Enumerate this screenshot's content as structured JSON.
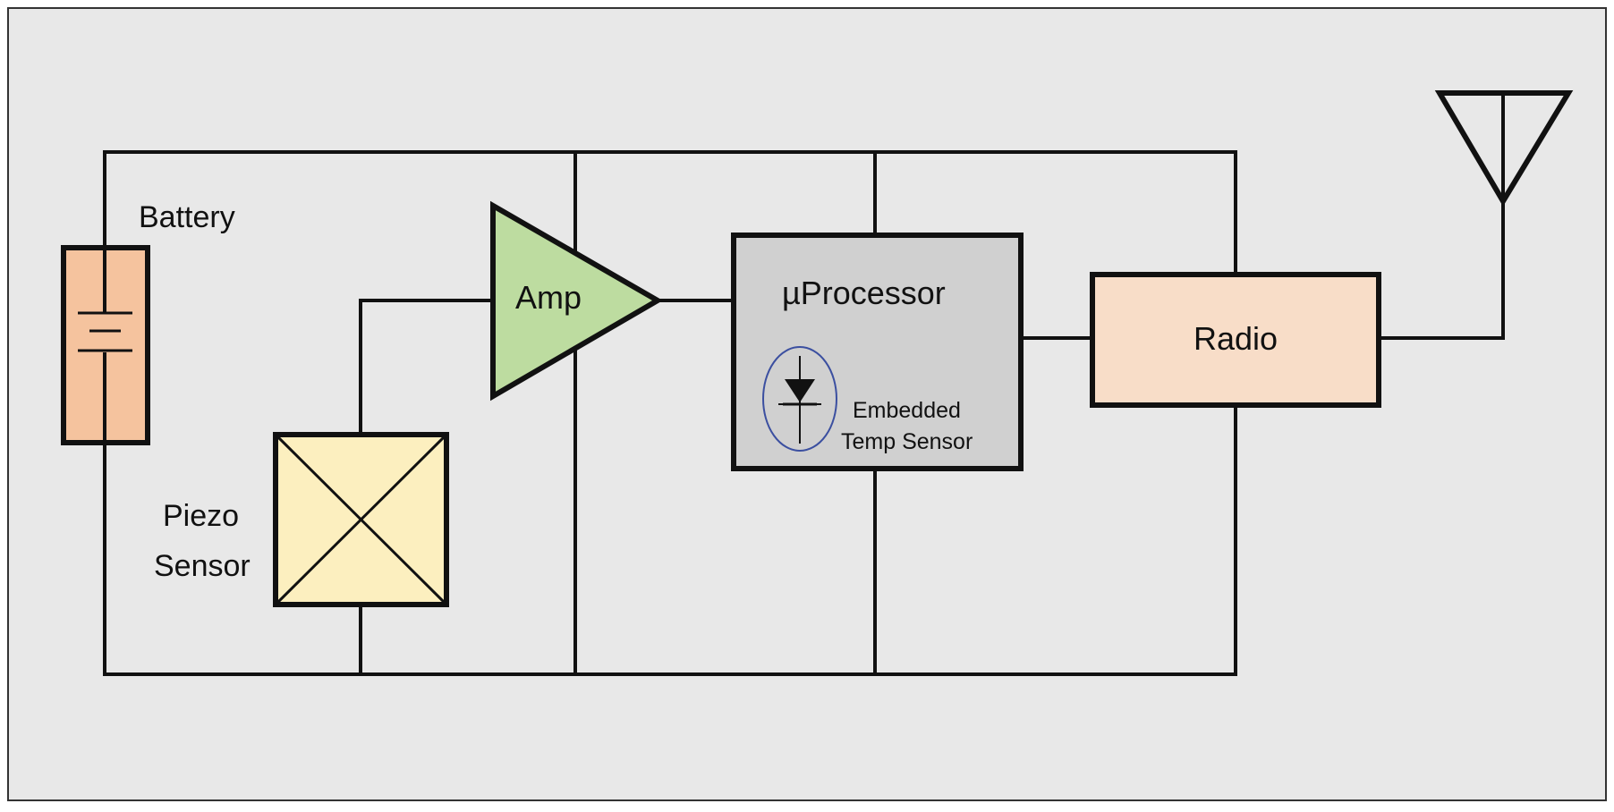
{
  "diagram": {
    "colors": {
      "background": "#e8e8e8",
      "battery": "#f5c39e",
      "amp": "#bddca0",
      "processor": "#d0d0d0",
      "radio": "#f8ddc8",
      "piezo": "#fcefbf",
      "temp_sensor_ring": "#3b4fa0",
      "wire": "#111111"
    },
    "labels": {
      "battery": "Battery",
      "amp": "Amp",
      "processor": "µProcessor",
      "radio": "Radio",
      "piezo_line1": "Piezo",
      "piezo_line2": "Sensor",
      "temp_line1": "Embedded",
      "temp_line2": "Temp Sensor"
    },
    "icons": {
      "battery": "battery-cell-icon",
      "diode": "diode-icon",
      "antenna": "antenna-icon",
      "piezo": "crossed-box-icon"
    }
  }
}
